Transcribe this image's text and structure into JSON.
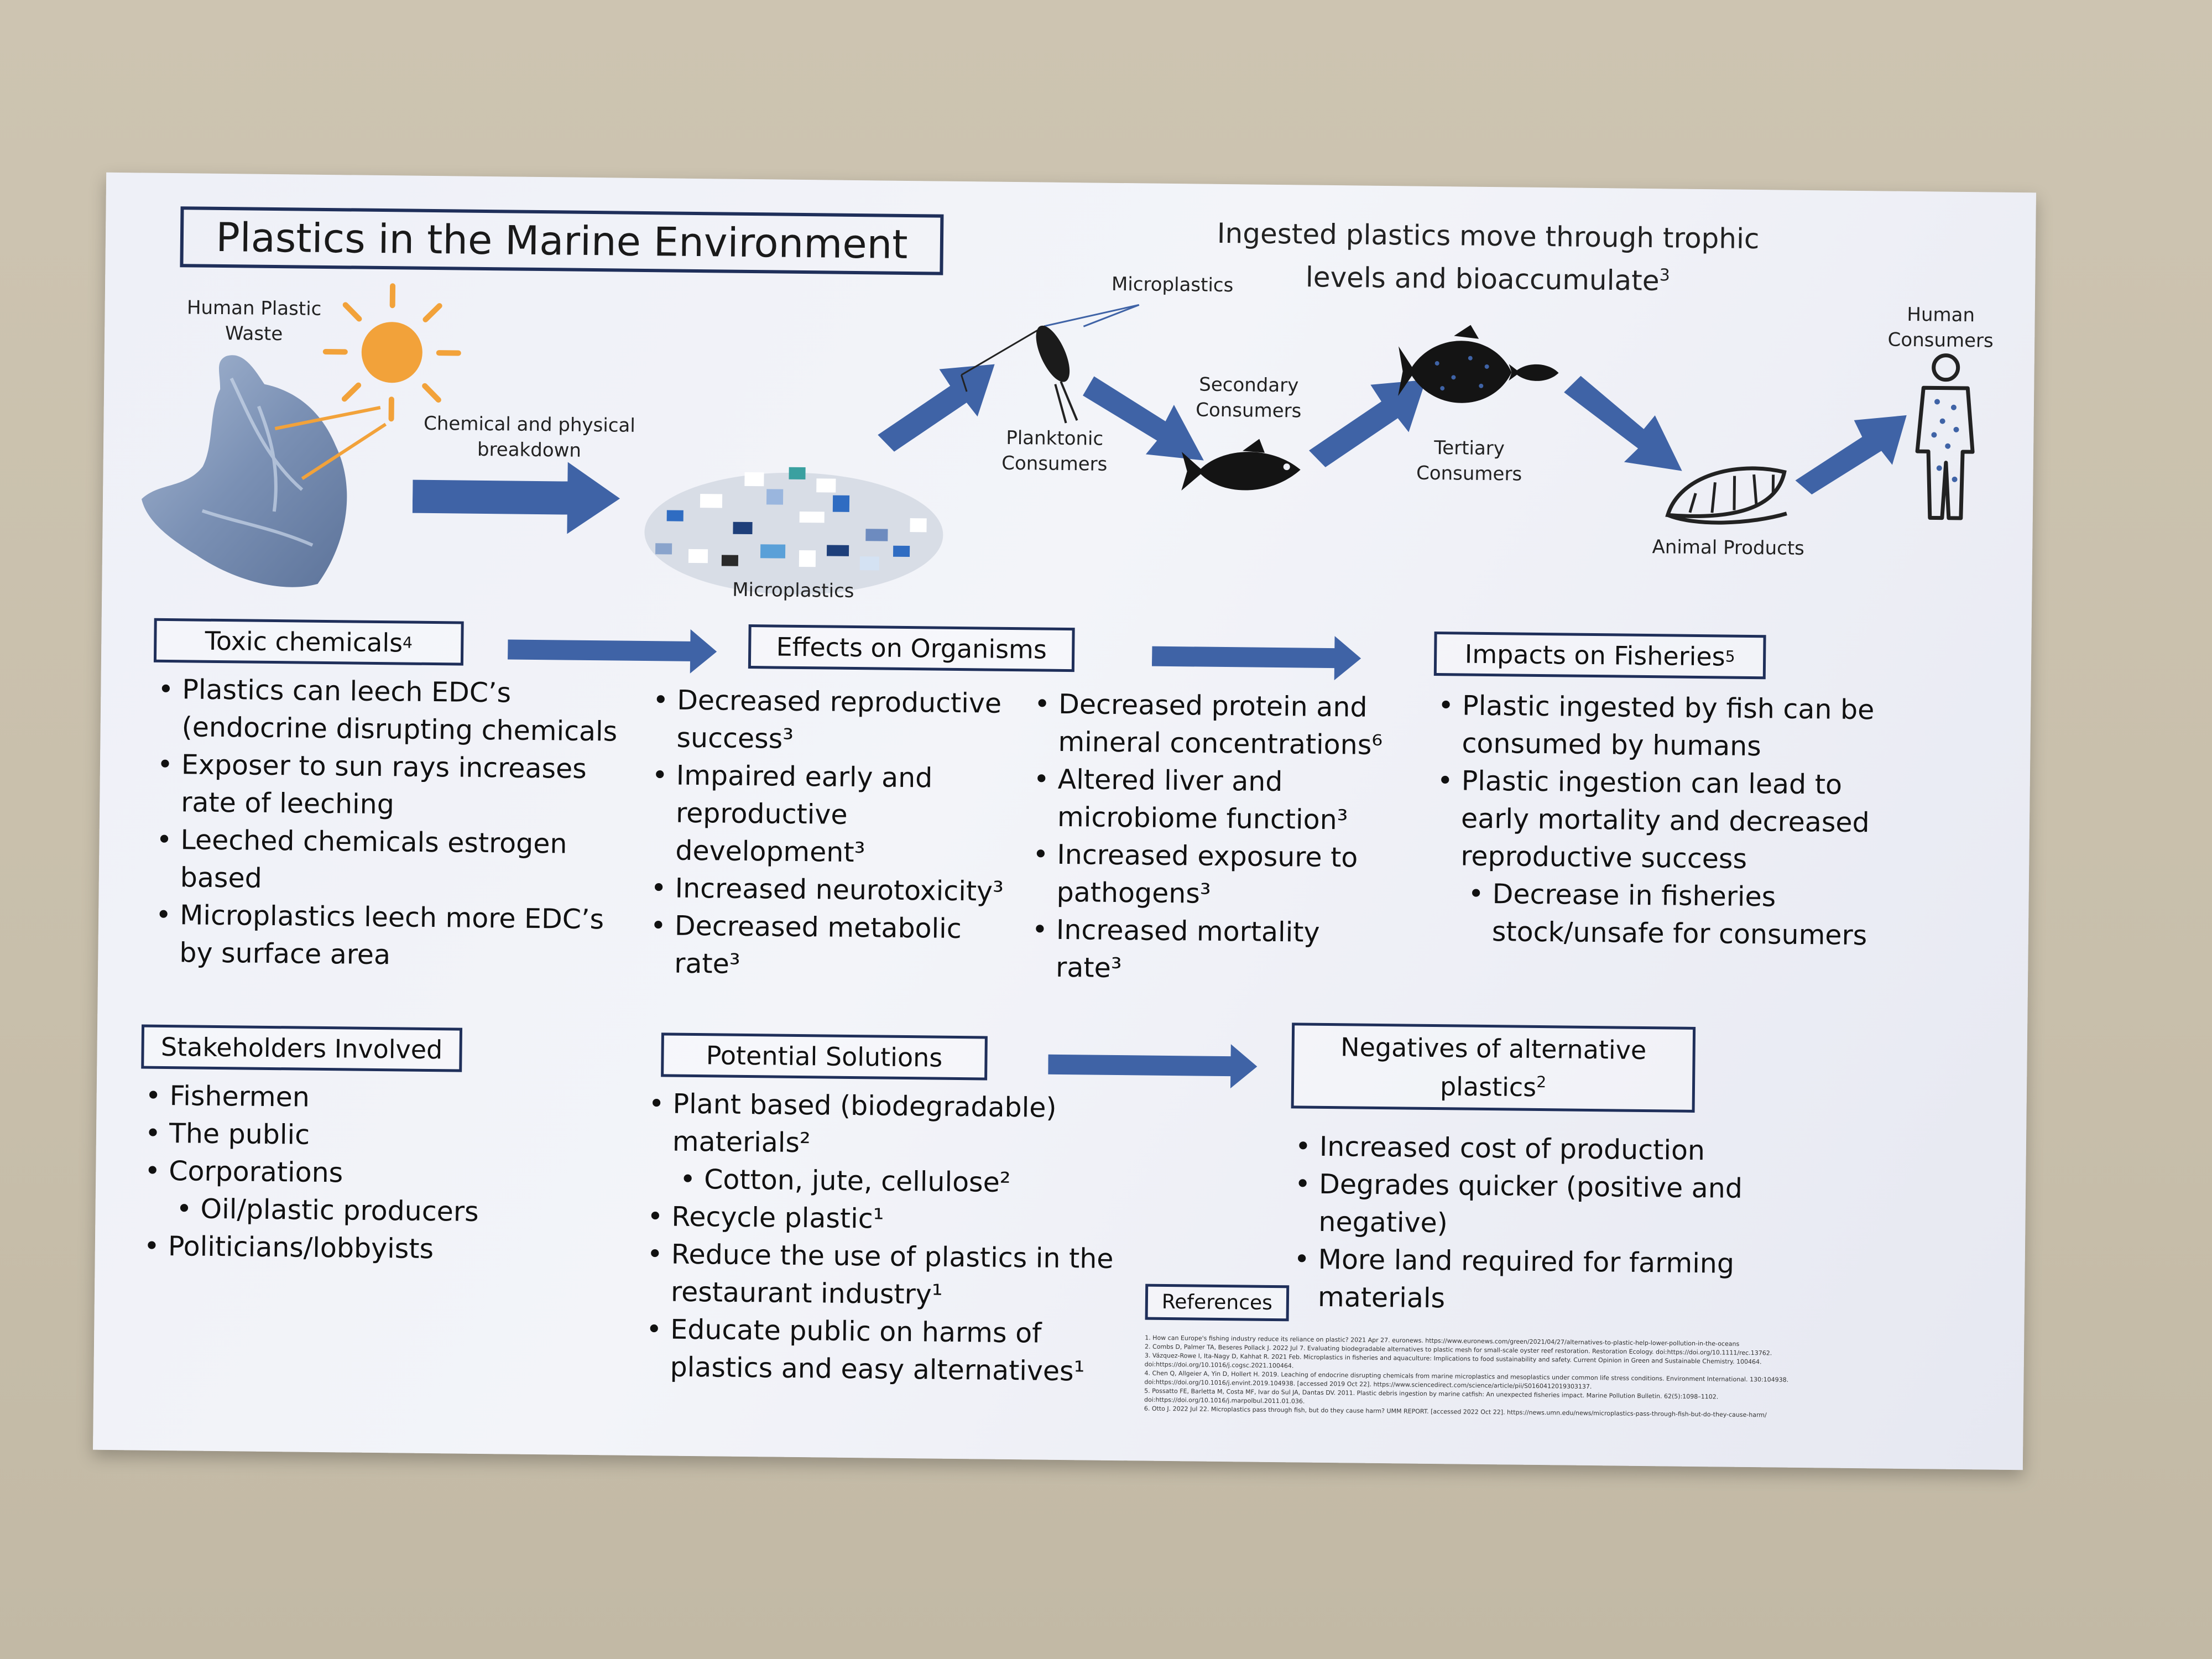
{
  "title": "Plastics in the Marine Environment",
  "top_caption": "Ingested plastics move through trophic levels and bioaccumulate",
  "top_caption_ref": "3",
  "flow_labels": {
    "human_plastic_waste": "Human Plastic Waste",
    "breakdown": "Chemical and physical breakdown",
    "microplastics_pile": "Microplastics",
    "microplastics_top": "Microplastics",
    "planktonic": "Planktonic Consumers",
    "secondary": "Secondary Consumers",
    "tertiary": "Tertiary Consumers",
    "animal_products": "Animal Products",
    "human_consumers": "Human Consumers"
  },
  "sections": {
    "toxic": {
      "heading": "Toxic chemicals",
      "ref": "4",
      "items": [
        "Plastics can leech EDC’s (endocrine disrupting chemicals",
        "Exposer to sun rays increases rate of leeching",
        "Leeched chemicals estrogen based",
        "Microplastics leech more EDC’s by surface area"
      ]
    },
    "effects": {
      "heading": "Effects on Organisms",
      "col1": [
        "Decreased reproductive success³",
        "Impaired early and reproductive development³",
        "Increased neurotoxicity³",
        "Decreased metabolic rate³"
      ],
      "col2": [
        "Decreased protein and mineral concentrations⁶",
        "Altered liver and microbiome function³",
        "Increased exposure to pathogens³",
        "Increased mortality rate³"
      ]
    },
    "fisheries": {
      "heading": "Impacts on Fisheries",
      "ref": "5",
      "items": [
        "Plastic ingested by fish can be consumed by humans",
        "Plastic ingestion can lead to early mortality and decreased reproductive success"
      ],
      "sub_items": [
        "Decrease in fisheries stock/unsafe for consumers"
      ]
    },
    "stakeholders": {
      "heading": "Stakeholders Involved",
      "items": [
        "Fishermen",
        "The public",
        "Corporations"
      ],
      "sub_items": [
        "Oil/plastic producers"
      ],
      "items_after": [
        "Politicians/lobbyists"
      ]
    },
    "solutions": {
      "heading": "Potential Solutions",
      "item1": "Plant based (biodegradable) materials²",
      "sub1": "Cotton, jute, cellulose²",
      "rest": [
        "Recycle plastic¹",
        "Reduce the use of plastics in the restaurant industry¹",
        "Educate public on harms of plastics and easy alternatives¹"
      ]
    },
    "negatives": {
      "heading": "Negatives of alternative plastics",
      "ref": "2",
      "items": [
        "Increased cost of production",
        "Degrades quicker (positive and negative)",
        "More land required for farming materials"
      ]
    }
  },
  "references": {
    "heading": "References",
    "lines": [
      "1. How can Europe's fishing industry reduce its reliance on plastic? 2021 Apr 27. euronews. https://www.euronews.com/green/2021/04/27/alternatives-to-plastic-help-lower-pollution-in-the-oceans",
      "2. Combs D, Palmer TA, Beseres Pollack J. 2022 Jul 7. Evaluating biodegradable alternatives to plastic mesh for small-scale oyster reef restoration. Restoration Ecology. doi:https://doi.org/10.1111/rec.13762.",
      "3. Vázquez-Rowe I, Ita-Nagy D, Kahhat R. 2021 Feb. Microplastics in fisheries and aquaculture: Implications to food sustainability and safety. Current Opinion in Green and Sustainable Chemistry. 100464.",
      "doi:https://doi.org/10.1016/j.cogsc.2021.100464.",
      "4. Chen Q, Allgeier A, Yin D, Hollert H. 2019. Leaching of endocrine disrupting chemicals from marine microplastics and mesoplastics under common life stress conditions. Environment International. 130:104938.",
      "doi:https://doi.org/10.1016/j.envint.2019.104938. [accessed 2019 Oct 22]. https://www.sciencedirect.com/science/article/pii/S0160412019303137.",
      "5. Possatto FE, Barletta M, Costa MF, Ivar do Sul JA, Dantas DV. 2011. Plastic debris ingestion by marine catfish: An unexpected fisheries impact. Marine Pollution Bulletin. 62(5):1098–1102.",
      "doi:https://doi.org/10.1016/j.marpolbul.2011.01.036.",
      "6. Otto J. 2022 Jul 22. Microplastics pass through fish, but do they cause harm? UMM REPORT. [accessed 2022 Oct 22]. https://news.umn.edu/news/microplastics-pass-through-fish-but-do-they-cause-harm/"
    ]
  },
  "colors": {
    "arrow": "#3f63a6",
    "box_border": "#1f2f5a",
    "sun": "#f2a23a",
    "poster": "#eef0f7",
    "wall": "#c9c0ad"
  },
  "icons": [
    "plastic-bag-icon",
    "sun-icon",
    "microplastics-pile-icon",
    "copepod-icon",
    "fish-icon",
    "fish-pair-icon",
    "shellfish-icon",
    "human-figure-icon"
  ]
}
